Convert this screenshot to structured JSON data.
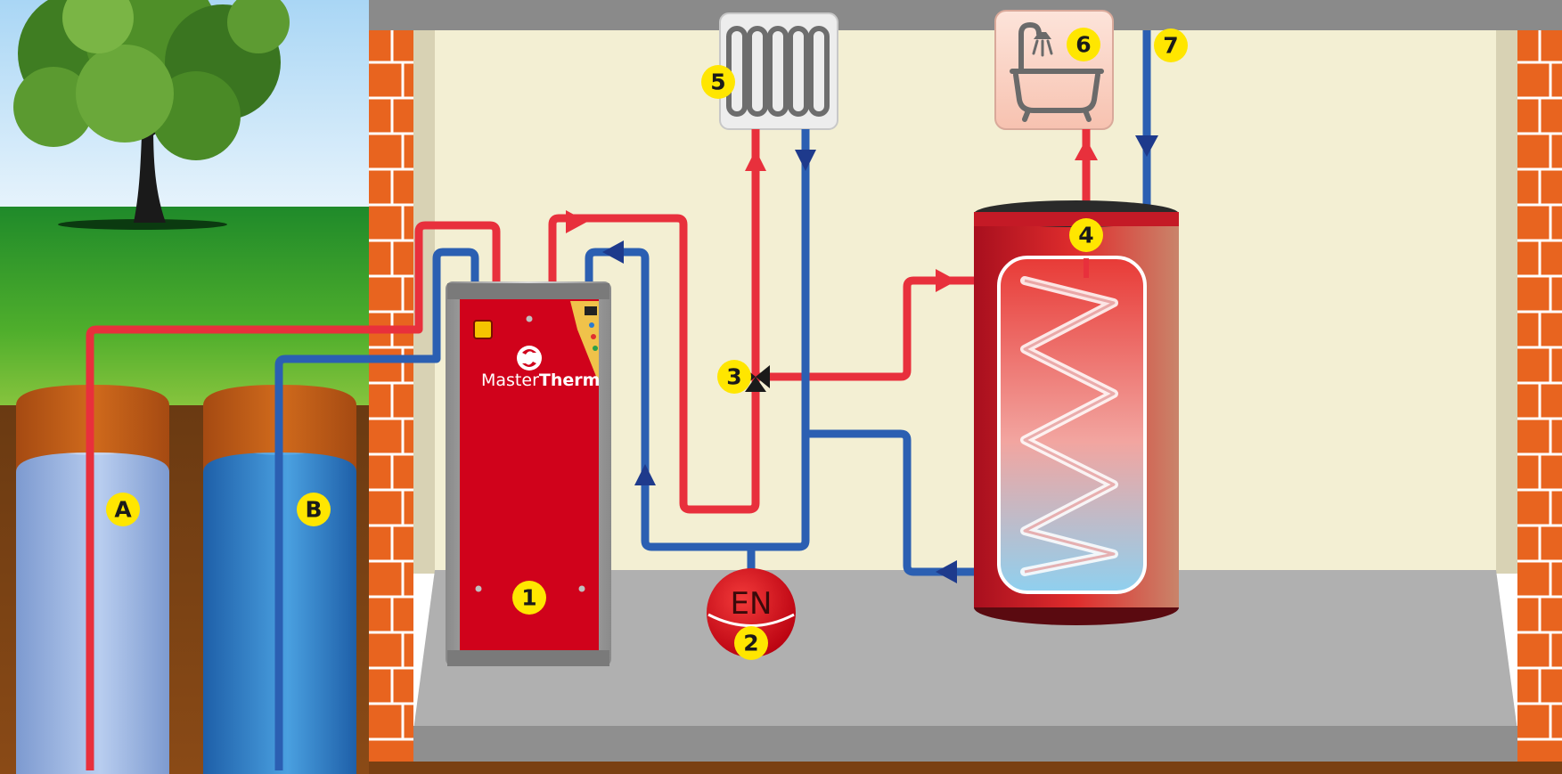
{
  "labels": {
    "heat_pump": "1",
    "expansion_tank": "2",
    "three_way_valve": "3",
    "hot_water_tank": "4",
    "radiator": "5",
    "bath": "6",
    "cold_water_inlet": "7",
    "borehole_a": "A",
    "borehole_b": "B"
  },
  "expansion_tank_text": "EN",
  "brand": {
    "part1": "Master",
    "part2": "Therm"
  },
  "colors": {
    "hot_pipe": "#e8303c",
    "cold_pipe": "#2b5fb2",
    "label_badge": "#ffe600",
    "heat_pump_body": "#d0021b",
    "brick": "#e8641f",
    "interior_wall": "#f3efd3",
    "floor": "#b0b0b0"
  }
}
